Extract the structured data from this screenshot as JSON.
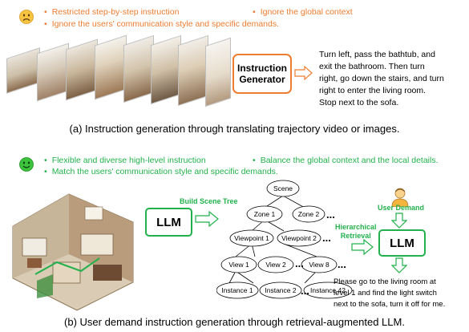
{
  "panel_a": {
    "bullets": [
      "Restricted step-by-step instruction",
      "Ignore the global context",
      "Ignore the users' communication style and specific demands."
    ],
    "generator_label_line1": "Instruction",
    "generator_label_line2": "Generator",
    "output_lines": [
      "Turn left, pass the bathtub, and",
      "exit the bathroom. Then turn",
      "right, go down the stairs, and turn",
      "right to enter the living room.",
      "Stop next to the sofa."
    ],
    "caption": "(a) Instruction generation through translating trajectory video or images."
  },
  "panel_b": {
    "bullets": [
      "Flexible and diverse high-level instruction",
      "Balance the global context and the local details.",
      "Match the users' communication style and specific demands."
    ],
    "llm_label": "LLM",
    "build_scene_tree_label": "Build  Scene Tree",
    "hierarchical_retrieval_line1": "Hierarchical",
    "hierarchical_retrieval_line2": "Retrieval",
    "user_demand_label": "User Demand",
    "llm2_label": "LLM",
    "tree_nodes": {
      "scene": "Scene",
      "zone1": "Zone 1",
      "zone2": "Zone 2",
      "vp1": "Viewpoint 1",
      "vp2": "Viewpoint 2",
      "view1": "View 1",
      "view2": "View 2",
      "view8": "View 8",
      "inst1": "Instance 1",
      "inst2": "Instance 2",
      "inst42": "Instance 42",
      "ellipsis": "..."
    },
    "output_lines": [
      "Please go to the living room at",
      "level 1 and find the light switch",
      "next to the sofa, turn it off for me."
    ],
    "caption": "(b) User demand instruction generation through retrieval-augmented LLM."
  },
  "colors": {
    "bad": "#ED7D31",
    "good": "#22B14C"
  },
  "icons": [
    "sad-face-icon",
    "happy-face-icon",
    "user-person-icon",
    "hollow-arrow-right-icon",
    "hollow-arrow-down-icon"
  ]
}
